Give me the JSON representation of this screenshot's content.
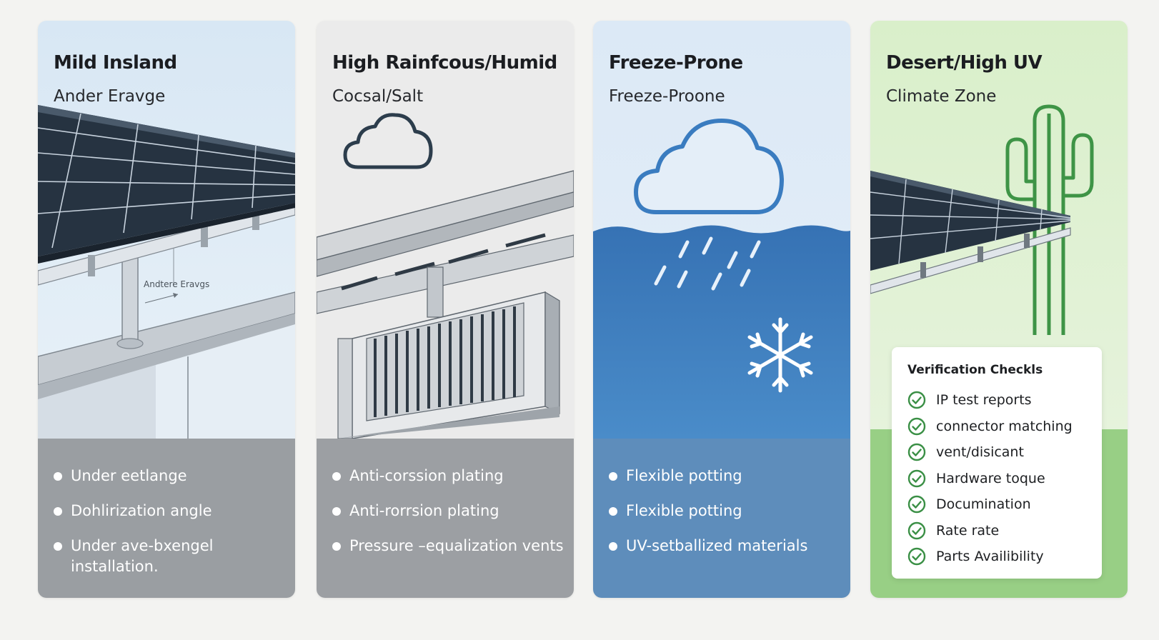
{
  "colors": {
    "page_background": "#f3f3f1",
    "panel1_sky": "#deeaf5",
    "panel2_sky": "#ececec",
    "panel3_sky": "#dfeaf6",
    "panel3_water": "#3f7fbd",
    "panel4_sky": "#dff0d2",
    "cactus_green": "#3e9446",
    "check_green": "#3a8f45"
  },
  "panels": [
    {
      "title": "Mild Insland",
      "subtitle": "Ander Eravge",
      "illustration_label": "Andtere Eravgs",
      "illustration_icons": [
        "solar-panel-array",
        "gutter",
        "downspout"
      ],
      "bullets": [
        "Under eetlange",
        "Dohlirization angle",
        "Under ave-bxengel installation."
      ]
    },
    {
      "title": "High Rainfcous/Humid",
      "subtitle": "Cocsal/Salt",
      "illustration_icons": [
        "cloud-icon",
        "roof-eave",
        "vented-enclosure"
      ],
      "bullets": [
        "Anti-corssion plating",
        "Anti-rorrsion plating",
        "Pressure –equalization vents"
      ]
    },
    {
      "title": "Freeze-Prone",
      "subtitle": "Freeze-Proone",
      "illustration_icons": [
        "cloud-icon",
        "rain-icon",
        "snowflake-icon"
      ],
      "bullets": [
        "Flexible potting",
        "Flexible potting",
        "UV-setballized materials"
      ]
    },
    {
      "title": "Desert/High UV",
      "subtitle": "Climate Zone",
      "illustration_icons": [
        "solar-panel-array",
        "cactus-icon"
      ],
      "checklist_title": "Verification Checkls",
      "checklist": [
        "IP test reports",
        "connector matching",
        "vent/disicant",
        "Hardware toque",
        "Documination",
        "Rate rate",
        "Parts Availibility"
      ]
    }
  ]
}
